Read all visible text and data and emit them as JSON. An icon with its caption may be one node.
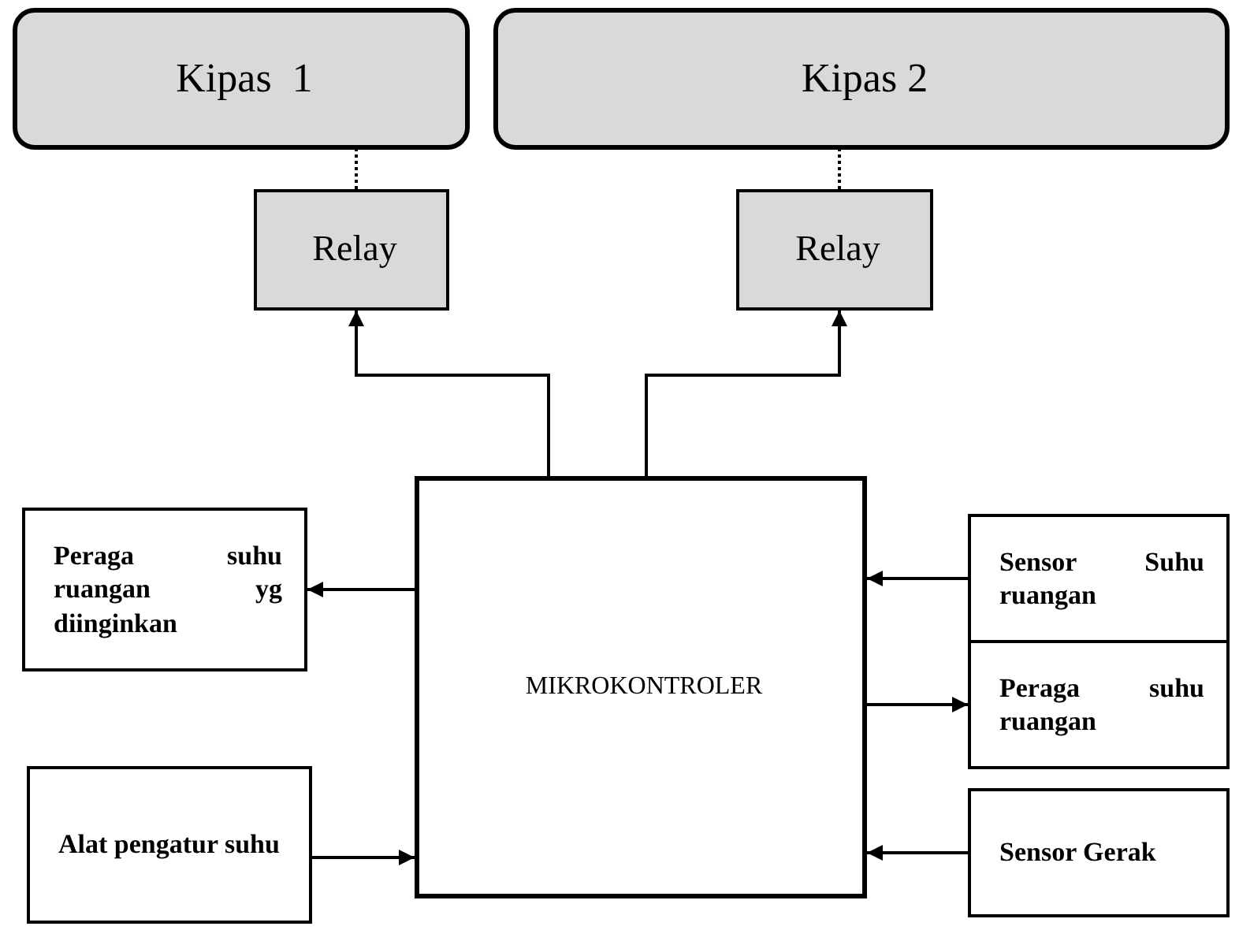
{
  "diagram": {
    "nodes": [
      {
        "text": [
          "Kipas  1"
        ]
      },
      {
        "text": [
          "Kipas 2"
        ]
      },
      {
        "text": [
          "Relay"
        ]
      },
      {
        "text": [
          "Relay"
        ]
      },
      {
        "text": [
          "MIKROKONTROLER"
        ]
      },
      {
        "text": [
          "Peraga suhu ruangan yg diinginkan"
        ]
      },
      {
        "text": [
          "Sensor Suhu ruangan"
        ]
      },
      {
        "text": [
          "Peraga suhu ruangan"
        ]
      },
      {
        "text": [
          "Alat pengatur suhu"
        ]
      },
      {
        "text": [
          "Sensor Gerak"
        ]
      }
    ],
    "edges": [
      {
        "from": 2,
        "to": 0,
        "arrow": "none",
        "style": "dashed"
      },
      {
        "from": 3,
        "to": 1,
        "arrow": "none",
        "style": "dashed"
      },
      {
        "from": 4,
        "to": 2,
        "arrow": "to"
      },
      {
        "from": 4,
        "to": 3,
        "arrow": "to"
      },
      {
        "from": 4,
        "to": 5,
        "arrow": "to"
      },
      {
        "from": 6,
        "to": 4,
        "arrow": "to"
      },
      {
        "from": 4,
        "to": 7,
        "arrow": "to"
      },
      {
        "from": 8,
        "to": 4,
        "arrow": "to"
      },
      {
        "from": 9,
        "to": 4,
        "arrow": "to"
      }
    ]
  }
}
